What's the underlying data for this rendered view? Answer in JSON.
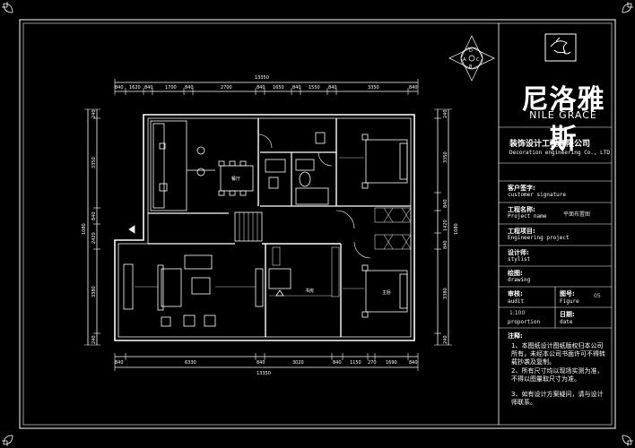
{
  "brand": {
    "name_cn": "尼洛雅斯",
    "name_en": "NILE GRACE",
    "company_cn": "装饰设计工程有限公司",
    "company_en": "Decoration engineering Co., LTD"
  },
  "compass": {
    "letters": [
      "D",
      "A",
      "B",
      "C"
    ]
  },
  "dimensions": {
    "top_total": "13350",
    "top": [
      "840",
      "1620",
      "840",
      "1700",
      "840",
      "2700",
      "840",
      "1650",
      "840",
      "1550",
      "840",
      "3350",
      "840"
    ],
    "bottom": [
      "840",
      "6330",
      "840",
      "3020",
      "840",
      "1150",
      "270",
      "1690",
      "840"
    ],
    "bottom_total": "13350",
    "left_total": "1080",
    "left": [
      "240",
      "3350",
      "840",
      "2420",
      "3380",
      "240"
    ],
    "right": [
      "240",
      "3350",
      "840",
      "1420",
      "840",
      "3380",
      "240"
    ],
    "right_total": "1080"
  },
  "title_block": {
    "customer_cn": "客户签字:",
    "customer_en": "customer signature",
    "project_cn": "工程名称:",
    "project_en": "Project name",
    "drawing_name": "平面布置图",
    "eng_project_cn": "工程项目:",
    "eng_project_en": "Engineering project",
    "design_cn": "设计师:",
    "design_en": "stylist",
    "draw_cn": "绘图:",
    "draw_en": "drawing",
    "audit_cn": "审核:",
    "audit_en": "audit",
    "figure_cn": "图号:",
    "figure_en": "Figure",
    "figure_no": "05",
    "scale_value": "1:100",
    "scale_en": "proportion",
    "date_cn": "日期:",
    "date_en": "date",
    "notes_title": "注释:",
    "notes": [
      "1、本图纸设计图纸版权归本公司所有，未经本公司书面许可不得转载抄袭及复制。",
      "2、所有尺寸均以现场实测为准，不得以图量取尺寸为准。",
      "3、如有设计方案疑问，请与设计师联系。"
    ]
  },
  "labels": {
    "dining": "餐厅",
    "master": "主卧",
    "study": "书房"
  }
}
